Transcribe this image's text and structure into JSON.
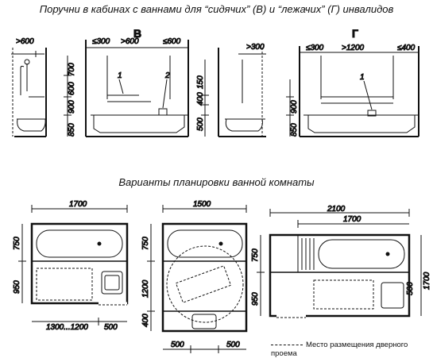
{
  "title_top": "Поручни в кабинах с ваннами для “сидячих” (В) и “лежачих” (Г) инвалидов",
  "title_bottom": "Варианты планировки ванной комнаты",
  "section_labels": {
    "v": "В",
    "g": "Г"
  },
  "top_dims": {
    "a_w600": ">600",
    "a_700": "700",
    "a_600": "600",
    "a_900": "900",
    "a_850": "850",
    "b_300": "≤300",
    "b_600a": ">600",
    "b_600b": "≤600",
    "b_150": "150",
    "b_400": "400",
    "b_500": "500",
    "c_300": ">300",
    "d_300": "≤300",
    "d_1200": ">1200",
    "d_400": "≤400",
    "d_900": "900",
    "d_850": "850",
    "callout_1": "1",
    "callout_2": "2",
    "callout_1b": "1"
  },
  "plans": {
    "p1_w": "1700",
    "p1_750": "750",
    "p1_950": "950",
    "p1_bottom": "1300...1200",
    "p1_500": "500",
    "p2_w": "1500",
    "p2_750": "750",
    "p2_1200": "1200",
    "p2_400": "400",
    "p2_500a": "500",
    "p2_500b": "500",
    "p3_w1": "2100",
    "p3_w2": "1700",
    "p3_750": "750",
    "p3_950": "950",
    "p3_500": "500",
    "p3_1700": "1700"
  },
  "legend": "Место размещения дверного проема"
}
